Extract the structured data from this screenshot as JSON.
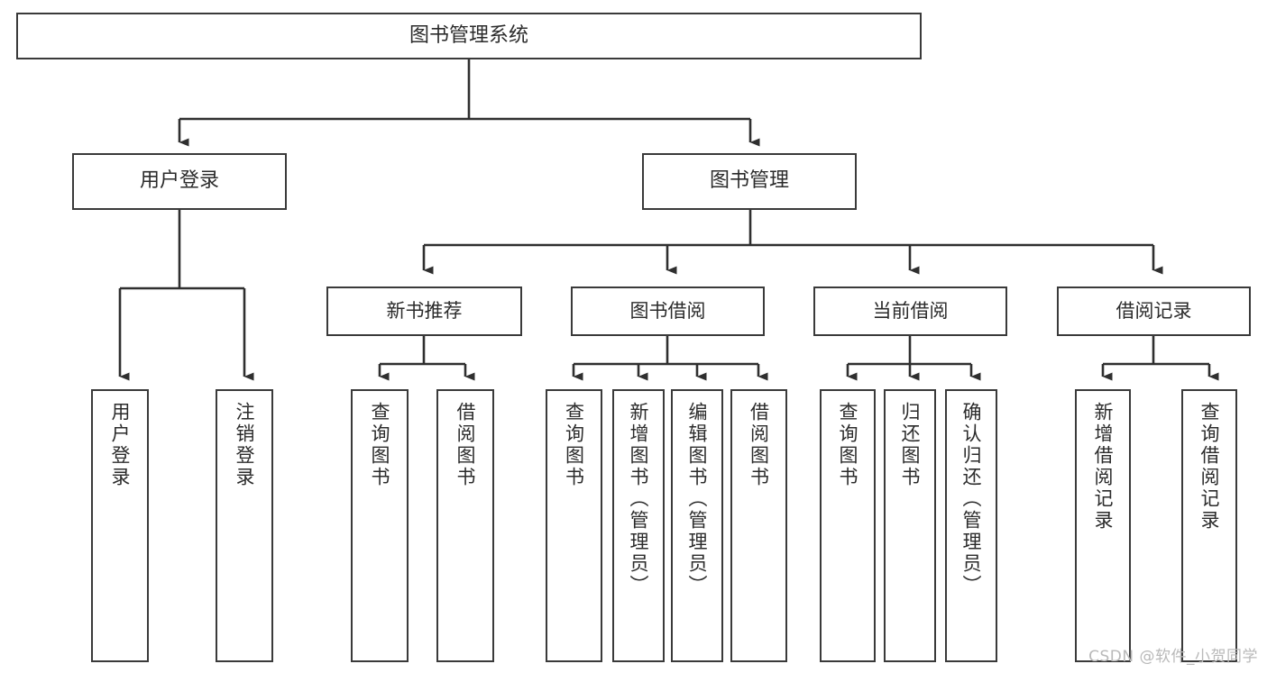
{
  "diagram": {
    "title": "图书管理系统",
    "type": "tree-hierarchy",
    "watermark": "CSDN @软件_小贺同学",
    "colors": {
      "box_border": "#3a3a3a",
      "box_fill": "#ffffff",
      "connector": "#2f2f2f",
      "text": "#2b2b2b",
      "watermark": "#b9b9b9",
      "background": "#ffffff"
    },
    "root": {
      "label": "图书管理系统"
    },
    "level1": [
      {
        "label": "用户登录"
      },
      {
        "label": "图书管理"
      }
    ],
    "level2": [
      {
        "label": "新书推荐"
      },
      {
        "label": "图书借阅"
      },
      {
        "label": "当前借阅"
      },
      {
        "label": "借阅记录"
      }
    ],
    "leaves": {
      "user_login": [
        {
          "label": "用户登录"
        },
        {
          "label": "注销登录"
        }
      ],
      "new_book_recommend": [
        {
          "label": "查询图书"
        },
        {
          "label": "借阅图书"
        }
      ],
      "book_borrow": [
        {
          "label": "查询图书"
        },
        {
          "label": "新增图书（管理员）"
        },
        {
          "label": "编辑图书（管理员）"
        },
        {
          "label": "借阅图书"
        }
      ],
      "current_borrow": [
        {
          "label": "查询图书"
        },
        {
          "label": "归还图书"
        },
        {
          "label": "确认归还（管理员）"
        }
      ],
      "borrow_record": [
        {
          "label": "新增借阅记录"
        },
        {
          "label": "查询借阅记录"
        }
      ]
    }
  }
}
